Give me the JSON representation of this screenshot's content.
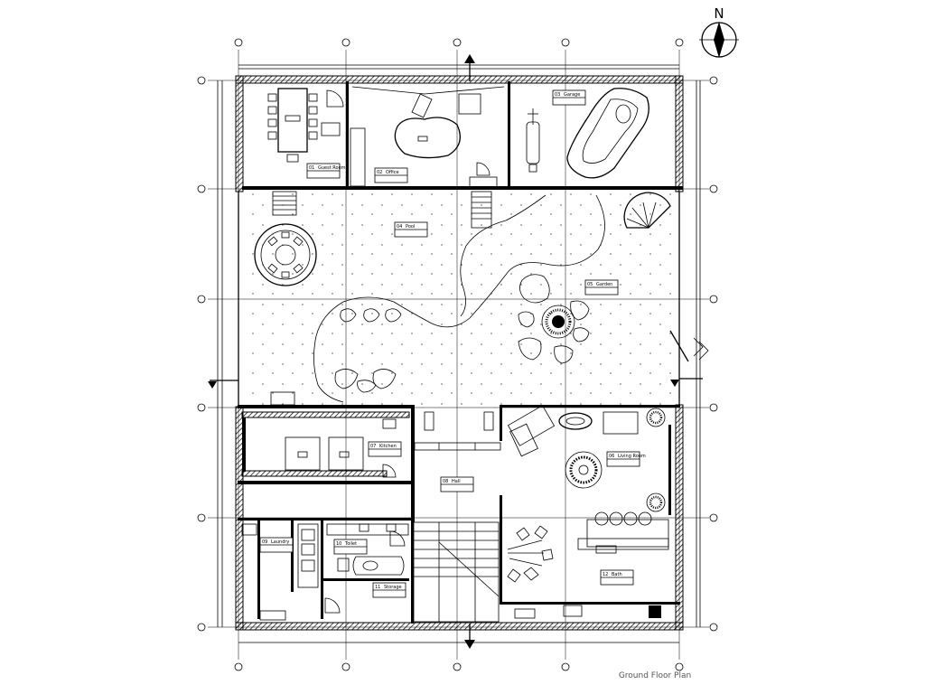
{
  "compass": {
    "label": "N"
  },
  "caption": "Ground Floor Plan",
  "rooms": [
    {
      "id": "r01",
      "code": "01",
      "name": "Guest Room"
    },
    {
      "id": "r02",
      "code": "02",
      "name": "Office"
    },
    {
      "id": "r03",
      "code": "03",
      "name": "Garage"
    },
    {
      "id": "r04",
      "code": "04",
      "name": "Pool"
    },
    {
      "id": "r05",
      "code": "05",
      "name": "Garden"
    },
    {
      "id": "r06",
      "code": "06",
      "name": "Living Room"
    },
    {
      "id": "r07",
      "code": "07",
      "name": "Kitchen"
    },
    {
      "id": "r08",
      "code": "08",
      "name": "Hall"
    },
    {
      "id": "r09",
      "code": "09",
      "name": "Laundry"
    },
    {
      "id": "r10",
      "code": "10",
      "name": "Toilet"
    },
    {
      "id": "r11",
      "code": "11",
      "name": "Storage"
    },
    {
      "id": "r12",
      "code": "12",
      "name": "Bath"
    }
  ]
}
